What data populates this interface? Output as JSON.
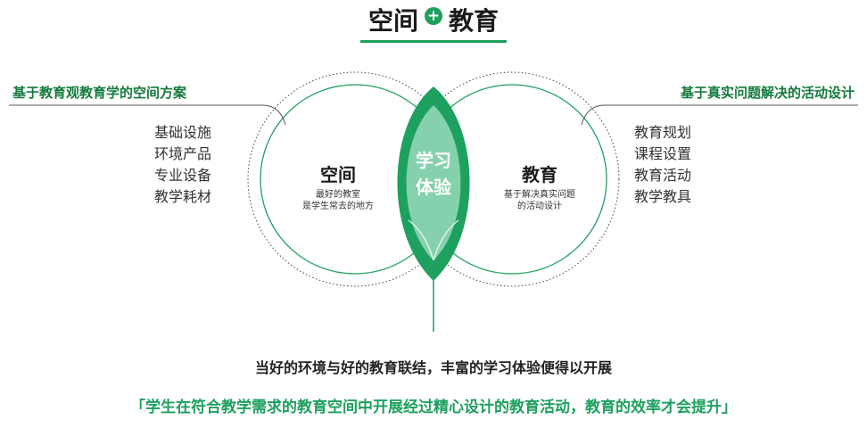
{
  "title": {
    "left": "空间",
    "plus": "+",
    "right": "教育"
  },
  "left_heading": "基于教育观教育学的空间方案",
  "right_heading": "基于真实问题解决的活动设计",
  "left_items": [
    "基础设施",
    "环境产品",
    "专业设备",
    "教学耗材"
  ],
  "right_items": [
    "教育规划",
    "课程设置",
    "教育活动",
    "教学教具"
  ],
  "space": {
    "title": "空间",
    "sub1": "最好的教室",
    "sub2": "是学生常去的地方"
  },
  "education": {
    "title": "教育",
    "sub1": "基于解决真实问题",
    "sub2": "的活动设计"
  },
  "leaf": {
    "line1": "学习",
    "line2": "体验"
  },
  "summary": "当好的环境与好的教育联结，丰富的学习体验便得以开展",
  "quote": "「学生在符合教学需求的教育空间中开展经过精心设计的教育活动，教育的效率才会提升」",
  "colors": {
    "accent": "#1ea05f",
    "accent_dark": "#157a3d",
    "leaf_inner": "#86d1ad"
  }
}
